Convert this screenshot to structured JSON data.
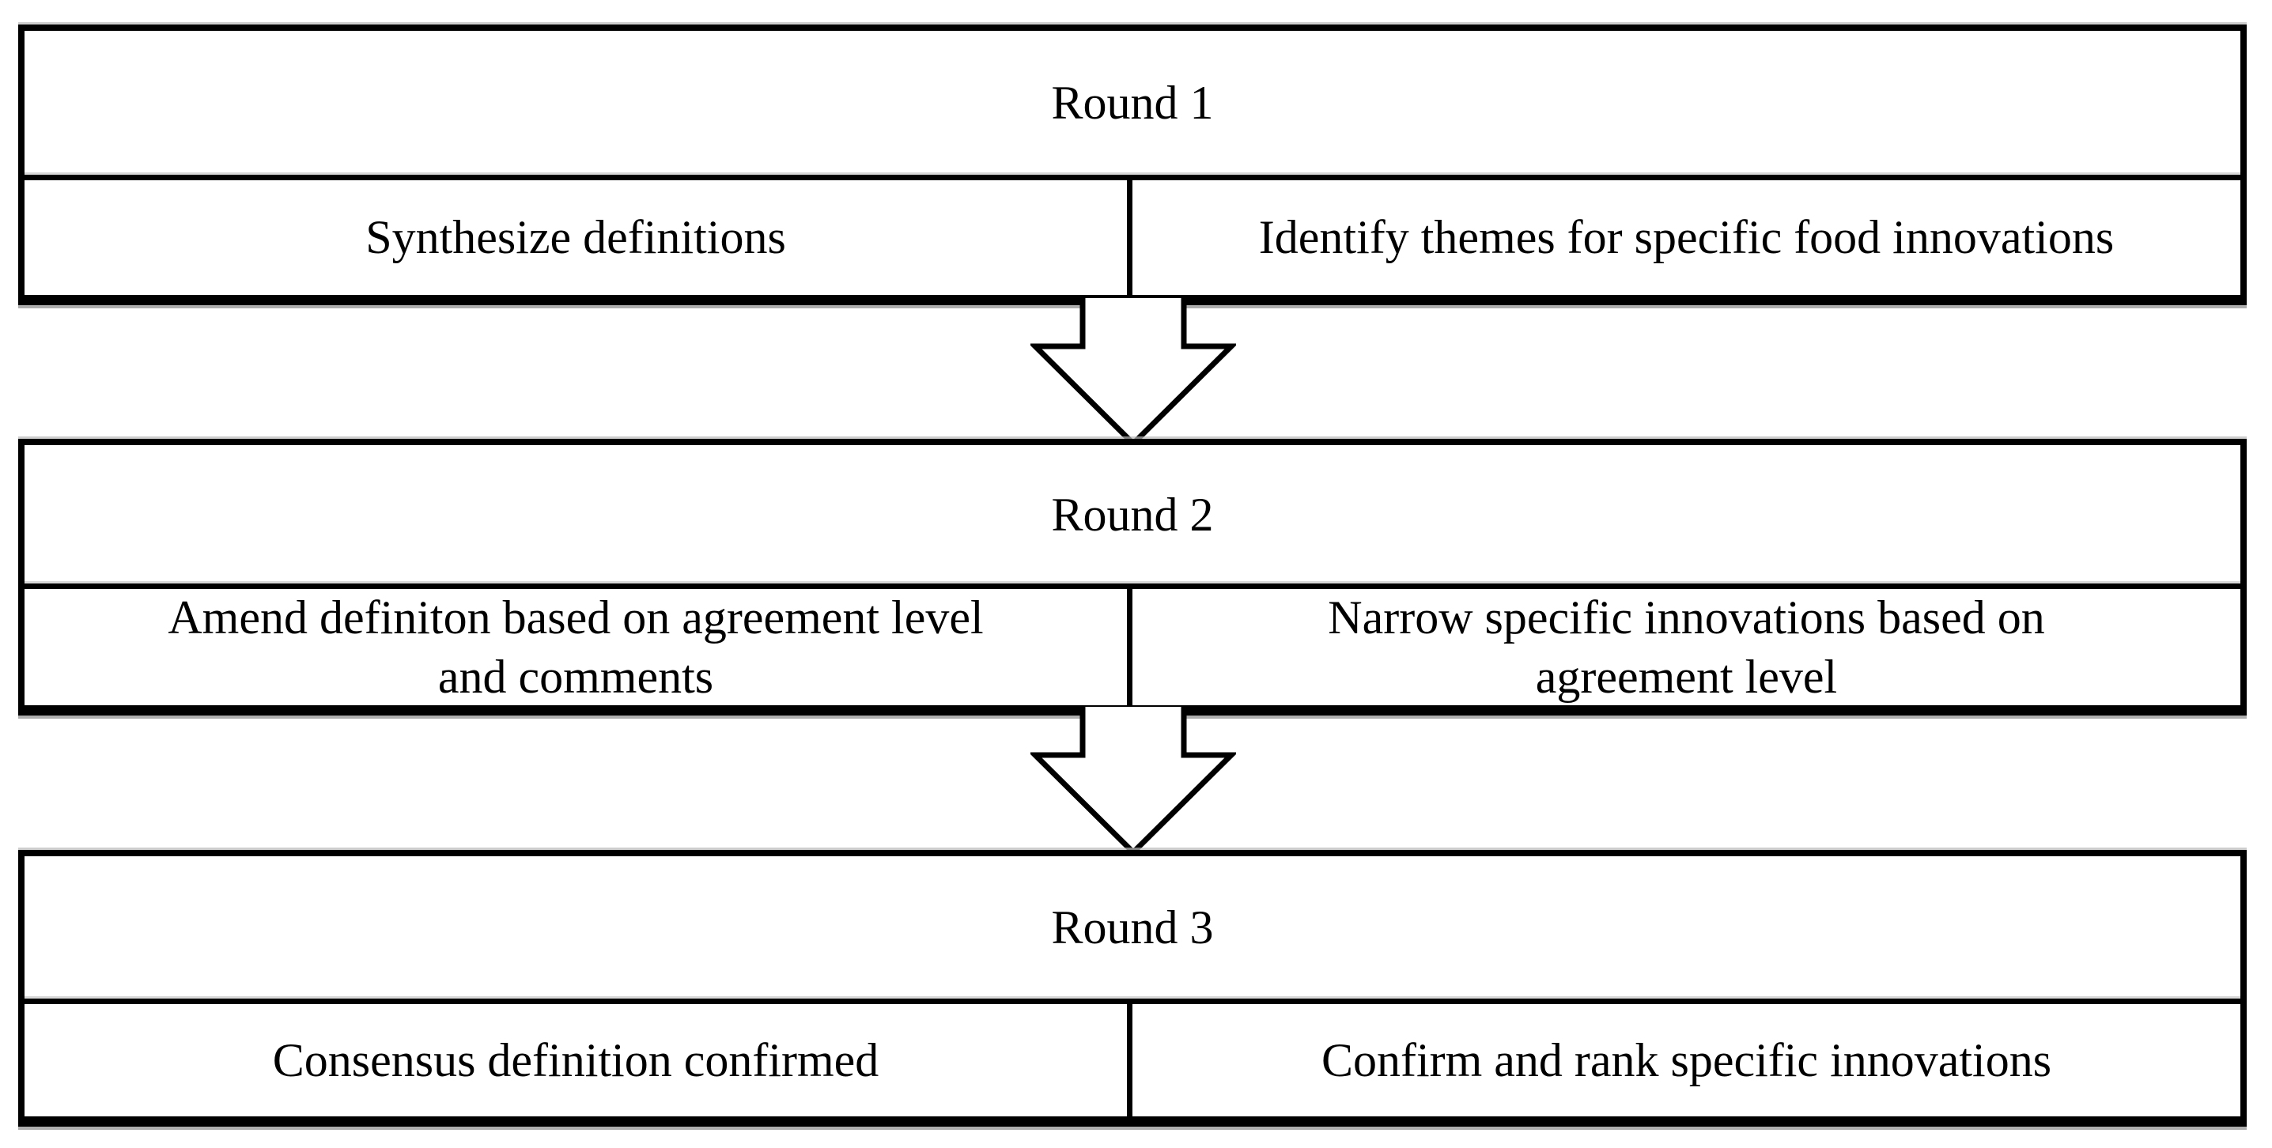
{
  "diagram": {
    "type": "flowchart",
    "background_color": "#ffffff",
    "border_color": "#000000",
    "text_color": "#000000",
    "arrow_icon": "down-block-arrow",
    "arrow_count": 2,
    "rounds": [
      {
        "title": "Round 1",
        "left": "Synthesize definitions",
        "right": "Identify themes for specific food innovations"
      },
      {
        "title": "Round 2",
        "left": "Amend definiton based on agreement level\nand comments",
        "right": "Narrow specific innovations based on\nagreement level"
      },
      {
        "title": "Round 3",
        "left": "Consensus definition confirmed",
        "right": "Confirm and rank specific innovations"
      }
    ]
  }
}
